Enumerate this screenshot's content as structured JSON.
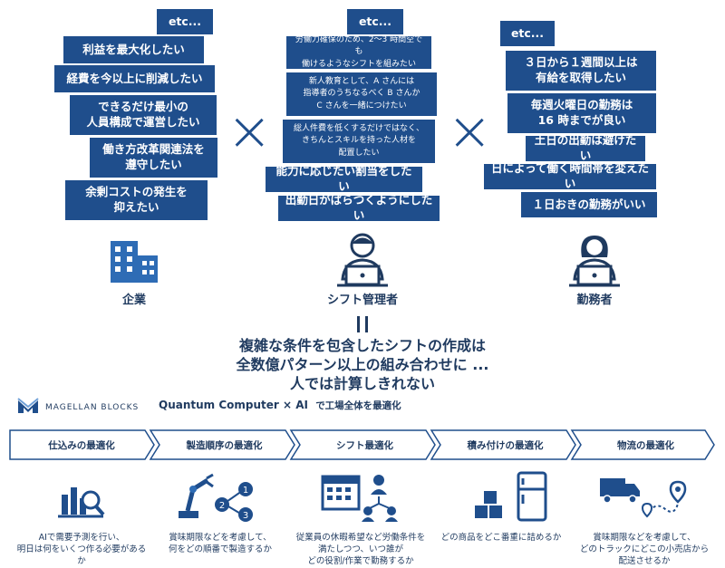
{
  "company": {
    "etc": "etc...",
    "items": [
      "利益を最大化したい",
      "経費を今以上に削減したい",
      "できるだけ最小の\n人員構成で運営したい",
      "働き方改革関連法を\n遵守したい",
      "余剰コストの発生を\n抑えたい"
    ],
    "label": "企業",
    "icon": "building-icon"
  },
  "manager": {
    "etc": "etc...",
    "items": [
      "労働力確保のため、2〜3 時間空でも\n働けるようなシフトを組みたい",
      "新人教育として、A さんには\n指導者のうちなるべく B さんか\nC さんを一緒につけたい",
      "総人件費を低くするだけではなく、\nきちんとスキルを持った人材を\n配置したい",
      "能力に応じたい割当をしたい",
      "出勤日がばらつくようにしたい"
    ],
    "label": "シフト管理者",
    "icon": "manager-person-icon"
  },
  "worker": {
    "etc": "etc...",
    "items": [
      "３日から１週間以上は\n有給を取得したい",
      "毎週火曜日の勤務は\n16 時までが良い",
      "土日の出勤は避けたい",
      "日によって働く時間帯を変えたい",
      "１日おきの勤務がいい"
    ],
    "label": "勤務者",
    "icon": "worker-person-icon"
  },
  "cross_symbol": "×",
  "summary": "複雑な条件を包含したシフトの作成は\n全数億パターン以上の組み合わせに ...\n人では計算しきれない",
  "brand": {
    "name": "MAGELLAN BLOCKS",
    "icon": "magellan-logo-icon"
  },
  "headline": {
    "main": "Quantum Computer × AI",
    "sub": "で工場全体を最適化"
  },
  "process": [
    {
      "label": "仕込みの最適化",
      "icon": "forecast-chart-icon",
      "desc": "AIで需要予測を行い、\n明日は何をいくつ作る必要があるか"
    },
    {
      "label": "製造順序の最適化",
      "icon": "robot-arm-icon",
      "desc": "賞味期限などを考慮して、\n何をどの順番で製造するか"
    },
    {
      "label": "シフト最適化",
      "icon": "calendar-people-icon",
      "desc": "従業員の休暇希望など労働条件を\n満たしつつ、いつ誰が\nどの役割/作業で勤務するか"
    },
    {
      "label": "積み付けの最適化",
      "icon": "boxes-fridge-icon",
      "desc": "どの商品をどこ番重に詰めるか"
    },
    {
      "label": "物流の最適化",
      "icon": "truck-route-icon",
      "desc": "賞味期限などを考慮して、\nどのトラックにどこの小売店から\n配送させるか"
    }
  ],
  "colors": {
    "box": "#1f4e8c",
    "text": "#1f3a5f",
    "accent": "#2e6cb5",
    "line": "#1f4e8c"
  }
}
